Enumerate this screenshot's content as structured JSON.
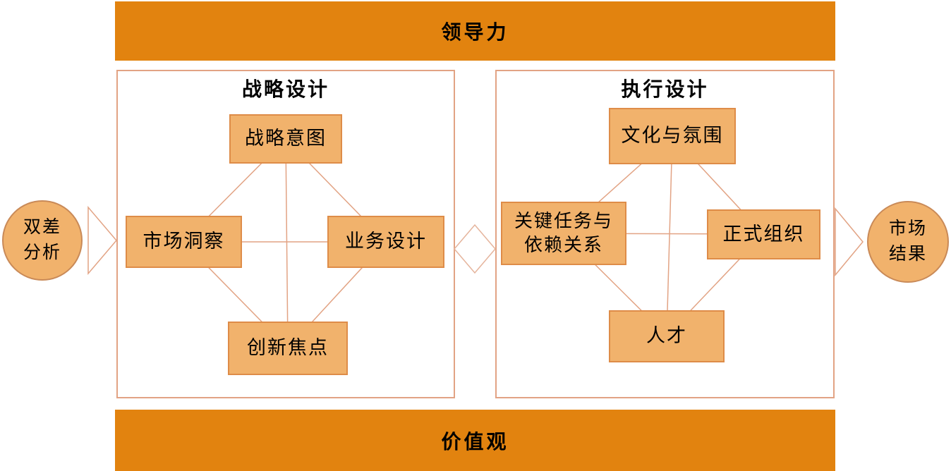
{
  "colors": {
    "bar_fill": "#E2830F",
    "node_fill": "#F1B26C",
    "node_border": "#DE8C48",
    "panel_border": "#E2A384",
    "connector_line": "#E2A384",
    "circle_border": "#C98A58",
    "text": "#000000"
  },
  "top_bar": {
    "label": "领导力"
  },
  "bottom_bar": {
    "label": "价值观"
  },
  "left_circle": {
    "line1": "双差",
    "line2": "分析"
  },
  "right_circle": {
    "line1": "市场",
    "line2": "结果"
  },
  "strategy_panel": {
    "title": "战略设计",
    "boxes": {
      "top": "战略意图",
      "left": "市场洞察",
      "right": "业务设计",
      "bottom": "创新焦点"
    }
  },
  "execution_panel": {
    "title": "执行设计",
    "boxes": {
      "top": "文化与氛围",
      "left_line1": "关键任务与",
      "left_line2": "依赖关系",
      "right": "正式组织",
      "bottom": "人才"
    }
  }
}
